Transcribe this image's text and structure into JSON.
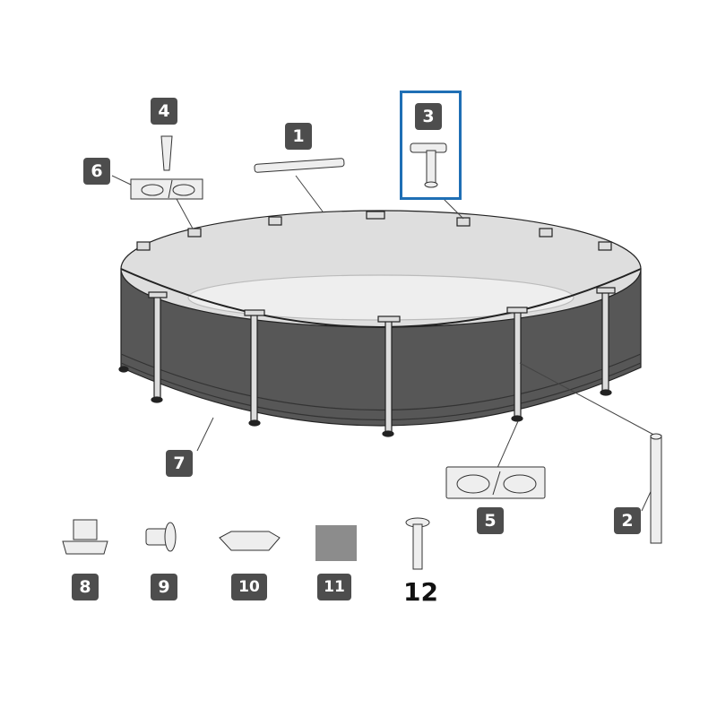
{
  "diagram": {
    "labels": {
      "p1": "1",
      "p2": "2",
      "p3": "3",
      "p4": "4",
      "p5": "5",
      "p6": "6",
      "p7": "7",
      "p8": "8",
      "p9": "9",
      "p10": "10",
      "p11": "11",
      "p12": "12"
    },
    "highlighted_part": "3",
    "colors": {
      "badge": "#4d4d4d",
      "highlight": "#1f6fb5",
      "pool_wall": "#575757",
      "pool_interior": "#dedede",
      "liner_patch": "#8c8c8c"
    }
  }
}
